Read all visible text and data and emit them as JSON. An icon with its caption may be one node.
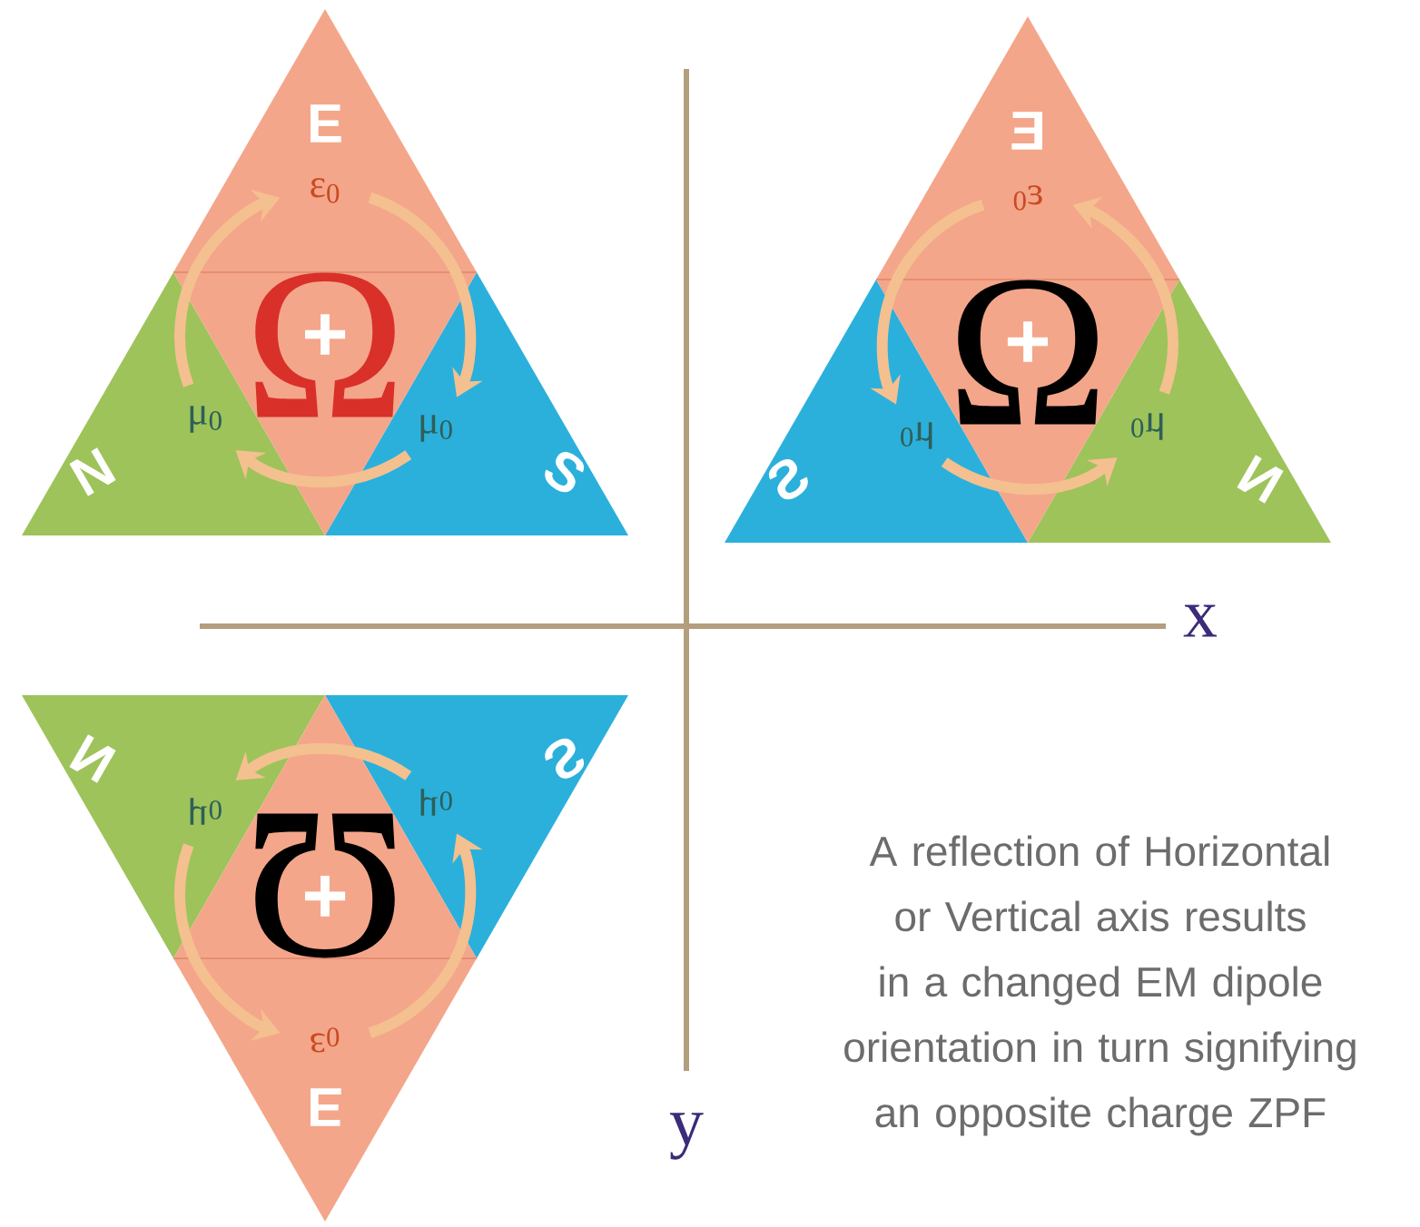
{
  "diagram": {
    "nodes": [
      {
        "text": [
          "E"
        ]
      },
      {
        "text": [
          "N"
        ]
      },
      {
        "text": [
          "S"
        ]
      },
      {
        "text": [
          "Ω",
          "+"
        ]
      },
      {
        "text": [
          "E"
        ]
      },
      {
        "text": [
          "N"
        ]
      },
      {
        "text": [
          "S"
        ]
      },
      {
        "text": [
          "Ω",
          "+"
        ]
      },
      {
        "text": [
          "E"
        ]
      },
      {
        "text": [
          "N"
        ]
      },
      {
        "text": [
          "S"
        ]
      },
      {
        "text": [
          "Ω",
          "+"
        ]
      }
    ],
    "edges": [
      {
        "from": 1,
        "to": 0,
        "arrow": "to",
        "label": "ε$_{0}$"
      },
      {
        "from": 0,
        "to": 2,
        "arrow": "to",
        "label": "μ$_{0}$"
      },
      {
        "from": 2,
        "to": 1,
        "arrow": "to",
        "label": "μ$_{0}$"
      },
      {
        "from": 5,
        "to": 4,
        "arrow": "to",
        "label": "ε$_{0}$"
      },
      {
        "from": 4,
        "to": 6,
        "arrow": "to",
        "label": "μ$_{0}$"
      },
      {
        "from": 6,
        "to": 5,
        "arrow": "to",
        "label": "μ$_{0}$"
      },
      {
        "from": 9,
        "to": 8,
        "arrow": "to",
        "label": "ε$_{0}$"
      },
      {
        "from": 8,
        "to": 10,
        "arrow": "to",
        "label": "μ$_{0}$"
      },
      {
        "from": 10,
        "to": 9,
        "arrow": "to",
        "label": "μ$_{0}$"
      }
    ],
    "labels": [
      "x",
      "y",
      "A reflection of Horizontal or Vertical axis results in a changed EM dipole orientation in turn signifying an opposite charge ZPF"
    ]
  }
}
